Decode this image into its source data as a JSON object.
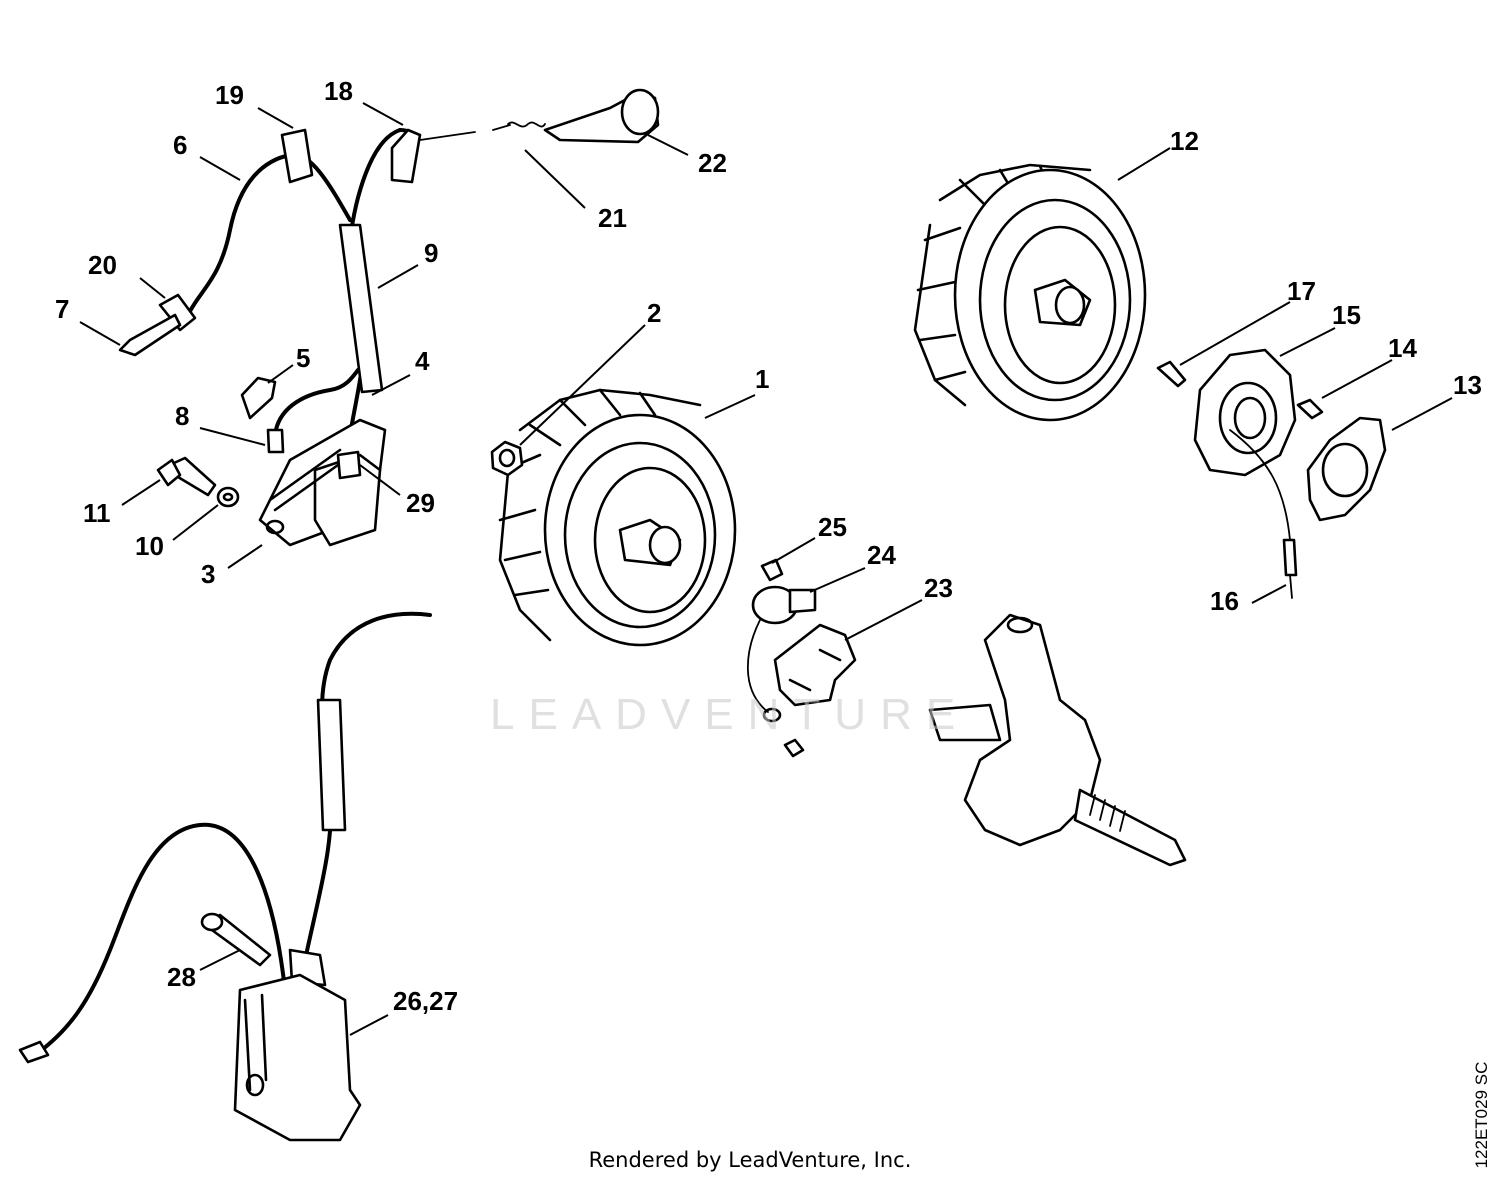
{
  "diagram": {
    "callouts": {
      "c1": "1",
      "c2": "2",
      "c3": "3",
      "c4": "4",
      "c5": "5",
      "c6": "6",
      "c7": "7",
      "c8": "8",
      "c9": "9",
      "c10": "10",
      "c11": "11",
      "c12": "12",
      "c13": "13",
      "c14": "14",
      "c15": "15",
      "c16": "16",
      "c17": "17",
      "c18": "18",
      "c19": "19",
      "c20": "20",
      "c21": "21",
      "c22": "22",
      "c23": "23",
      "c24": "24",
      "c25": "25",
      "c26_27": "26,27",
      "c28": "28",
      "c29": "29"
    },
    "watermark": "LEADVENTURE",
    "credit": "Rendered by LeadVenture, Inc.",
    "diagram_code": "122ET029 SC"
  }
}
